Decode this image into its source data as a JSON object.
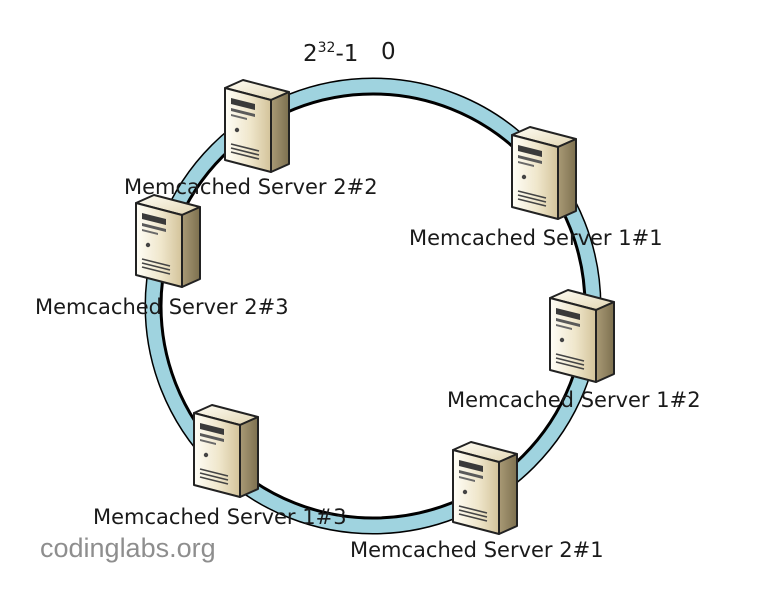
{
  "hash_space": {
    "max_base": "2",
    "max_exponent": "32",
    "max_suffix": "-1",
    "zero": "0"
  },
  "ring": {
    "fill_color": "#9fd3df",
    "outline_color": "#000000"
  },
  "servers": [
    {
      "label": "Memcached Server 2#2",
      "icon": "server-tower-icon"
    },
    {
      "label": "Memcached Server 1#1",
      "icon": "server-tower-icon"
    },
    {
      "label": "Memcached Server 2#3",
      "icon": "server-tower-icon"
    },
    {
      "label": "Memcached Server 1#2",
      "icon": "server-tower-icon"
    },
    {
      "label": "Memcached Server 1#3",
      "icon": "server-tower-icon"
    },
    {
      "label": "Memcached Server 2#1",
      "icon": "server-tower-icon"
    }
  ],
  "watermark": "codinglabs.org"
}
